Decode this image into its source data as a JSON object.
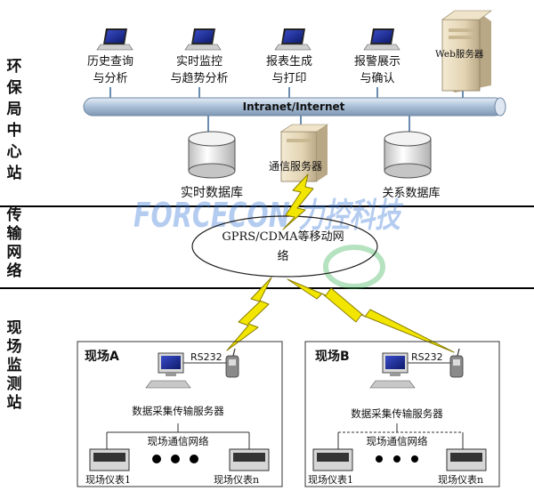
{
  "sections": {
    "center": "环保局中心站",
    "network": "传输网络",
    "field": "现场监测站"
  },
  "workstations": [
    {
      "line1": "历史查询",
      "line2": "与分析"
    },
    {
      "line1": "实时监控",
      "line2": "与趋势分析"
    },
    {
      "line1": "报表生成",
      "line2": "与打印"
    },
    {
      "line1": "报警展示",
      "line2": "与确认"
    }
  ],
  "web_server": "Web服务器",
  "backbone": "Intranet/Internet",
  "realtime_db": "实时数据库",
  "comm_server": "通信服务器",
  "relational_db": "关系数据库",
  "mobile_network": {
    "line1": "GPRS/CDMA等移动网",
    "line2": "络"
  },
  "watermark": "FORCECON 力控科技",
  "sites": [
    {
      "title": "现场A",
      "port": "RS232",
      "server": "数据采集传输服务器",
      "lan": "现场通信网络",
      "instrument_first": "现场仪表1",
      "instrument_last": "现场仪表n"
    },
    {
      "title": "现场B",
      "port": "RS232",
      "server": "数据采集传输服务器",
      "lan": "现场通信网络",
      "instrument_first": "现场仪表1",
      "instrument_last": "现场仪表n"
    }
  ],
  "colors": {
    "pipe": "#9fb6cf",
    "lightning": "#f2e600",
    "watermark": "#2a6fd6",
    "watermark2": "#2fae4a"
  }
}
